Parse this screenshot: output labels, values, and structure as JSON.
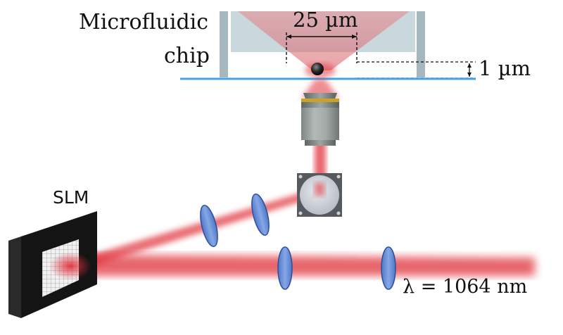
{
  "labels": {
    "chip_line1": "Microfluidic",
    "chip_line2": "chip",
    "width": "25 µm",
    "gap": "1 µm",
    "slm": "SLM",
    "wavelength": "λ = 1064 nm"
  },
  "colors": {
    "laser": "#e0313b",
    "lens": "#6f93d8",
    "lens_edge": "#2c4f9a",
    "chip_wall": "#a6b8bd",
    "chip_fill": "#c9d8dc",
    "coverslip": "#3fa2e6",
    "objective_body": "#9aa19e",
    "objective_band": "#c9a227",
    "mirror_frame": "#565a5f",
    "slm_body": "#141414"
  }
}
